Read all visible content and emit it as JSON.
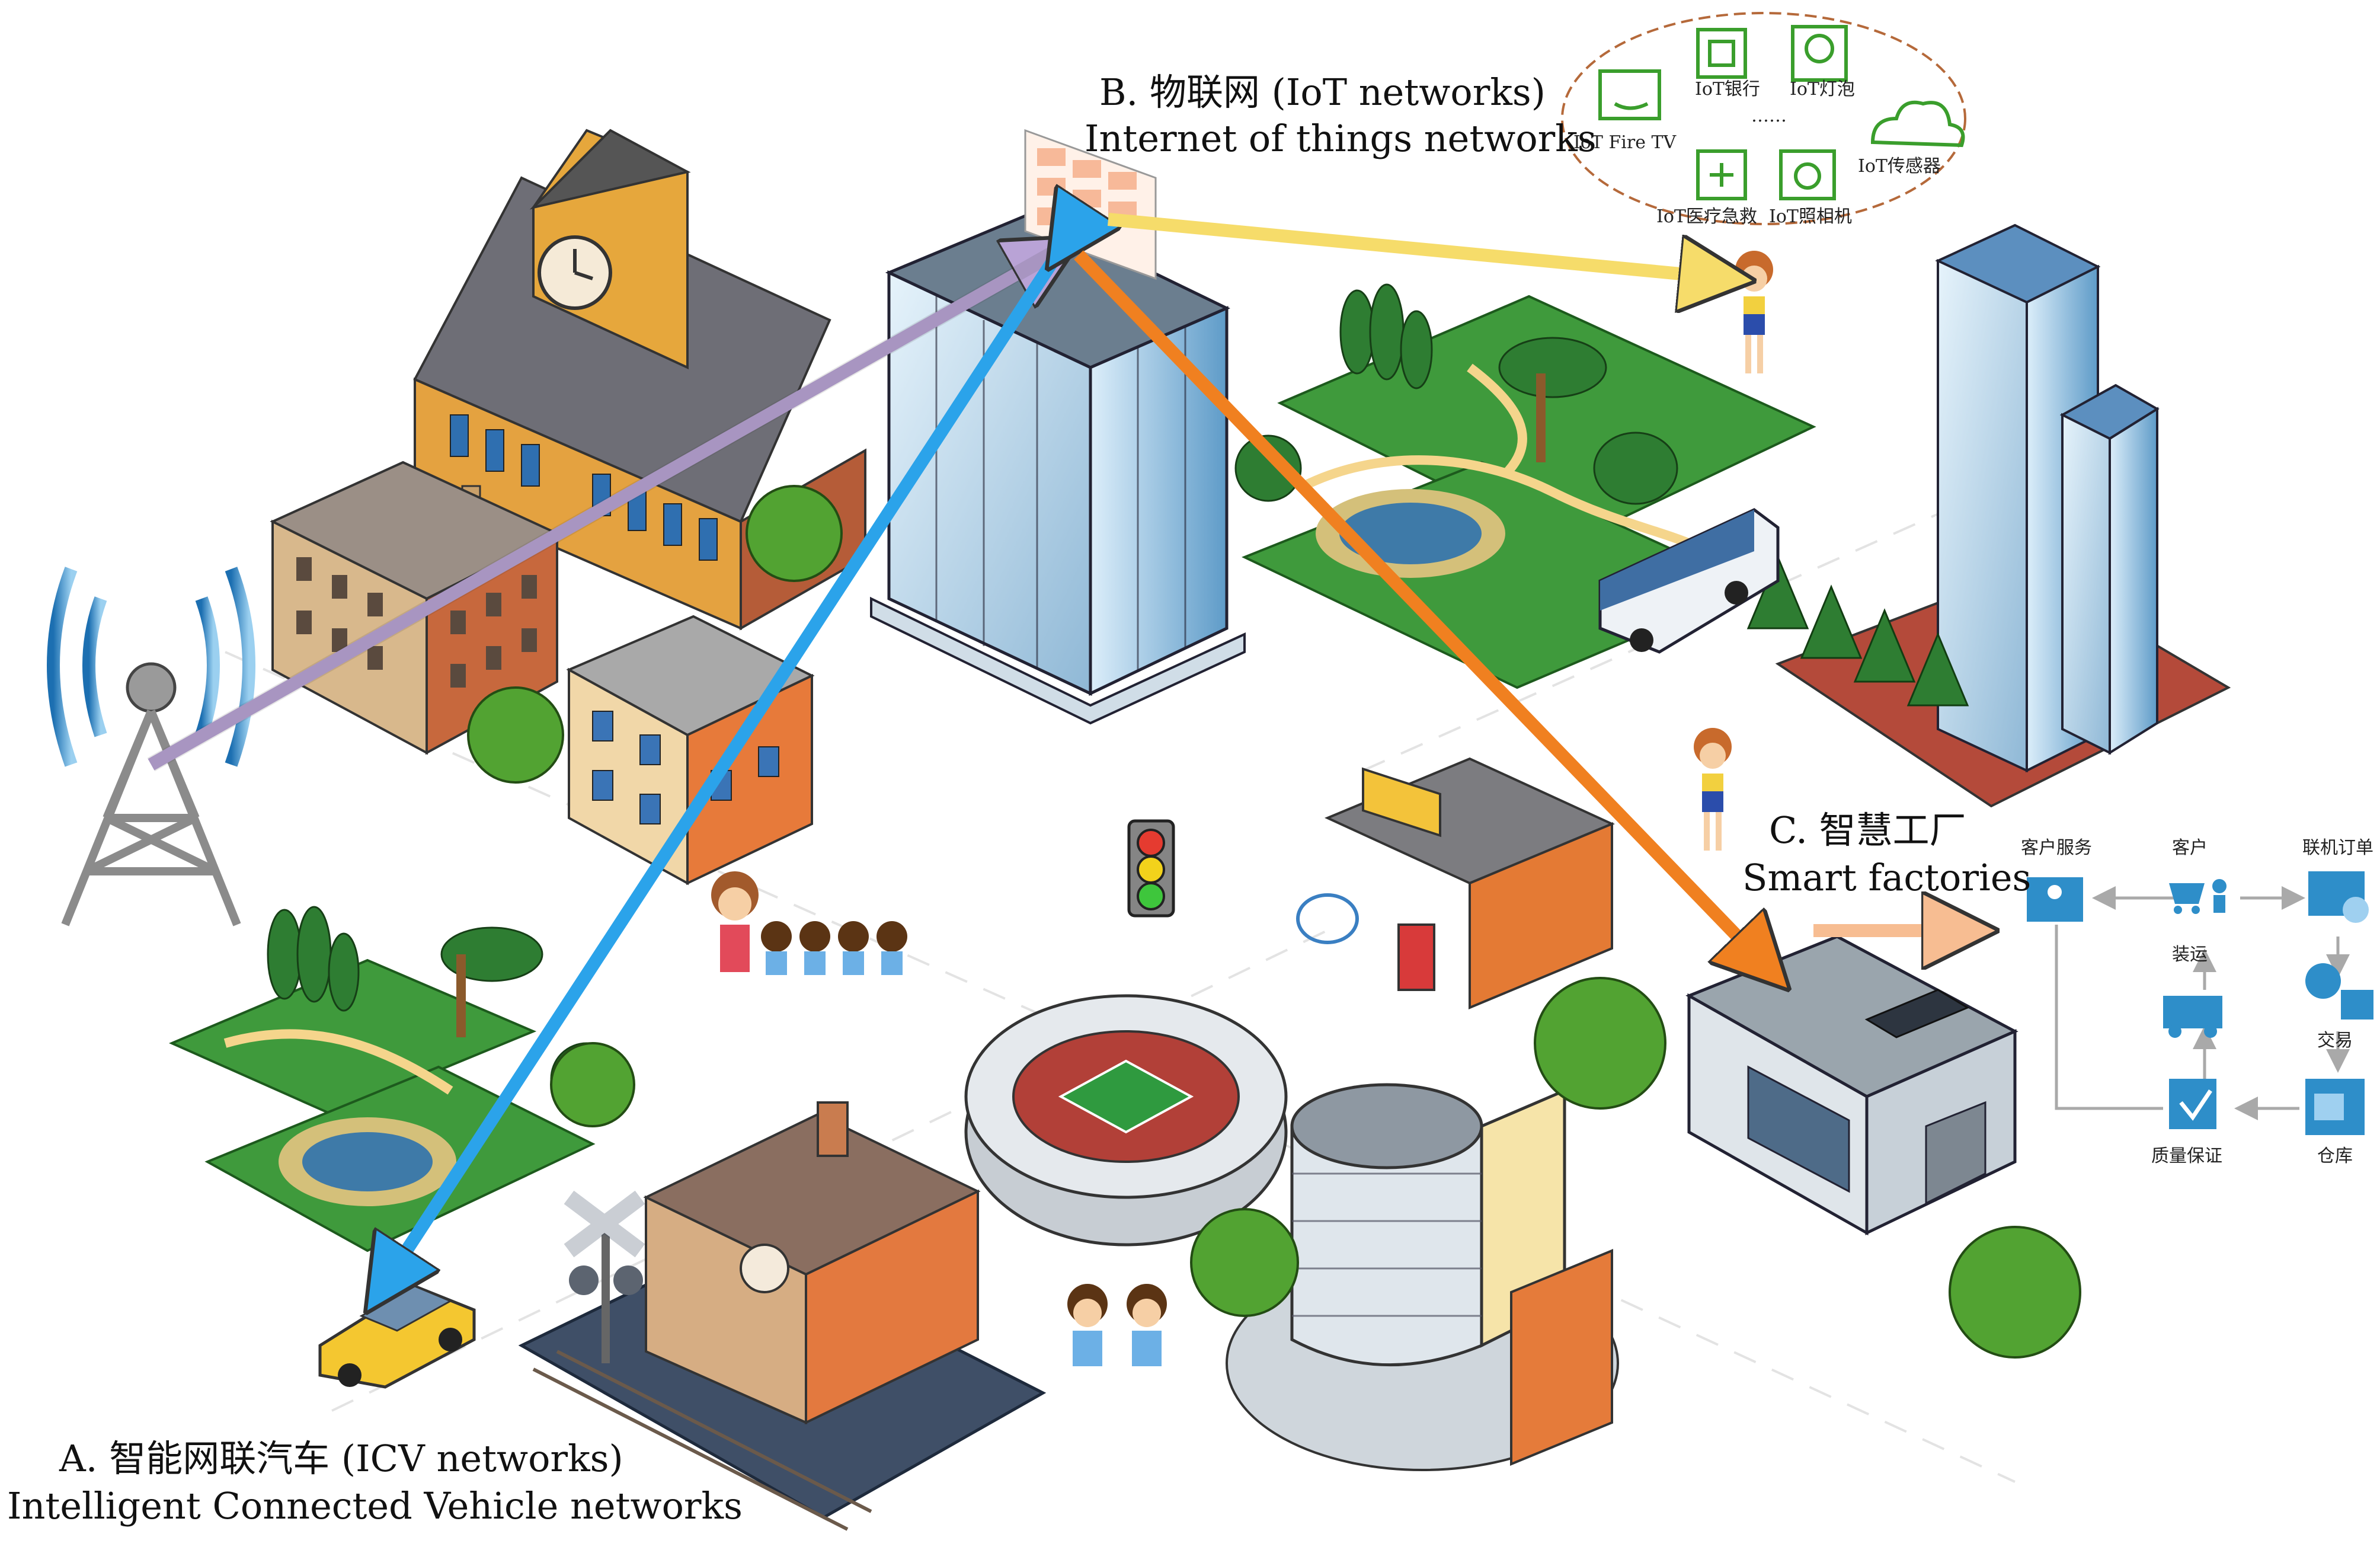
{
  "labels": {
    "a_title": "A. 智能网联汽车 (ICV networks)",
    "a_subtitle": "Intelligent Connected Vehicle networks",
    "b_title": "B. 物联网 (IoT networks)",
    "b_subtitle": "Internet of things networks",
    "c_title": "C. 智慧工厂",
    "c_subtitle": "Smart factories"
  },
  "iot_devices": {
    "bank": "IoT银行",
    "bulb": "IoT灯泡",
    "fire_tv": "IoT Fire TV",
    "sensor": "IoT传感器",
    "medical": "IoT医疗急救",
    "camera": "IoT照相机",
    "ellipsis": "……"
  },
  "factory_flow": {
    "customer_service": "客户服务",
    "customer": "客户",
    "online_order": "联机订单",
    "shipping": "装运",
    "trade": "交易",
    "quality": "质量保证",
    "warehouse": "仓库"
  },
  "colors": {
    "arrow_purple": "#b9a3d6",
    "arrow_blue": "#2ba3ea",
    "arrow_orange": "#f08020",
    "arrow_yellow": "#f6dc6a",
    "arrow_salmon": "#f7bd92",
    "grass": "#3f9a3c",
    "flow_blue": "#2e8ec9"
  }
}
